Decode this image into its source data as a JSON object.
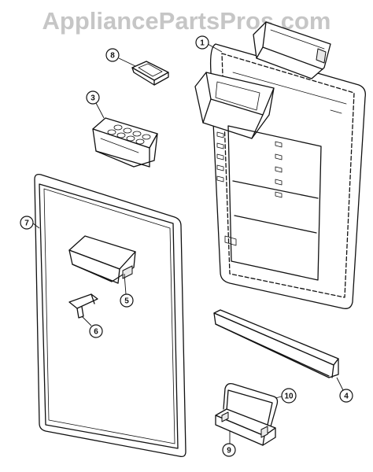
{
  "watermark": {
    "text": "AppliancePartsPros.com"
  },
  "callouts": [
    "1",
    "3",
    "4",
    "5",
    "6",
    "7",
    "8",
    "9",
    "10"
  ]
}
